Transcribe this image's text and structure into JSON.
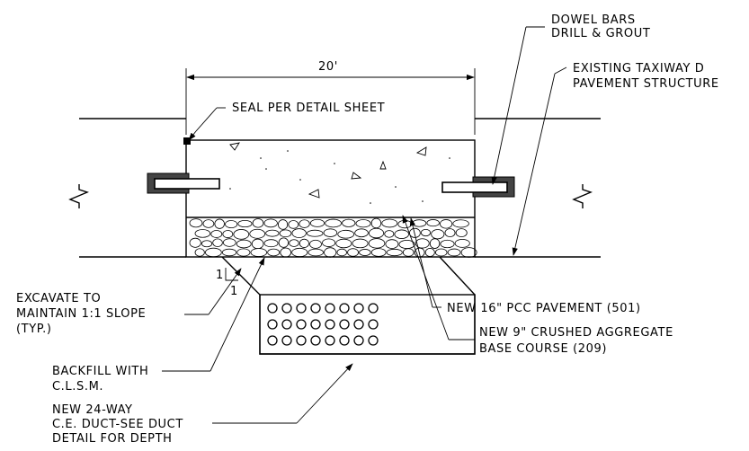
{
  "dimension": {
    "width_label": "20'"
  },
  "labels": {
    "dowel_bars": [
      "DOWEL BARS",
      "DRILL & GROUT"
    ],
    "existing_pavement": [
      "EXISTING TAXIWAY D",
      "PAVEMENT STRUCTURE"
    ],
    "seal": [
      "SEAL PER DETAIL SHEET"
    ],
    "excavate": [
      "EXCAVATE TO",
      "MAINTAIN 1:1 SLOPE",
      "(TYP.)"
    ],
    "pcc_pavement": [
      "NEW 16\" PCC PAVEMENT (501)"
    ],
    "aggregate": [
      "NEW 9\" CRUSHED AGGREGATE",
      "BASE COURSE (209)"
    ],
    "backfill": [
      "BACKFILL WITH",
      "C.L.S.M."
    ],
    "duct": [
      "NEW 24-WAY",
      "C.E. DUCT-SEE DUCT",
      "DETAIL FOR DEPTH"
    ]
  },
  "slope": {
    "rise": "1",
    "run": "1"
  },
  "duct_bank": {
    "rows": 3,
    "cols": 8
  }
}
